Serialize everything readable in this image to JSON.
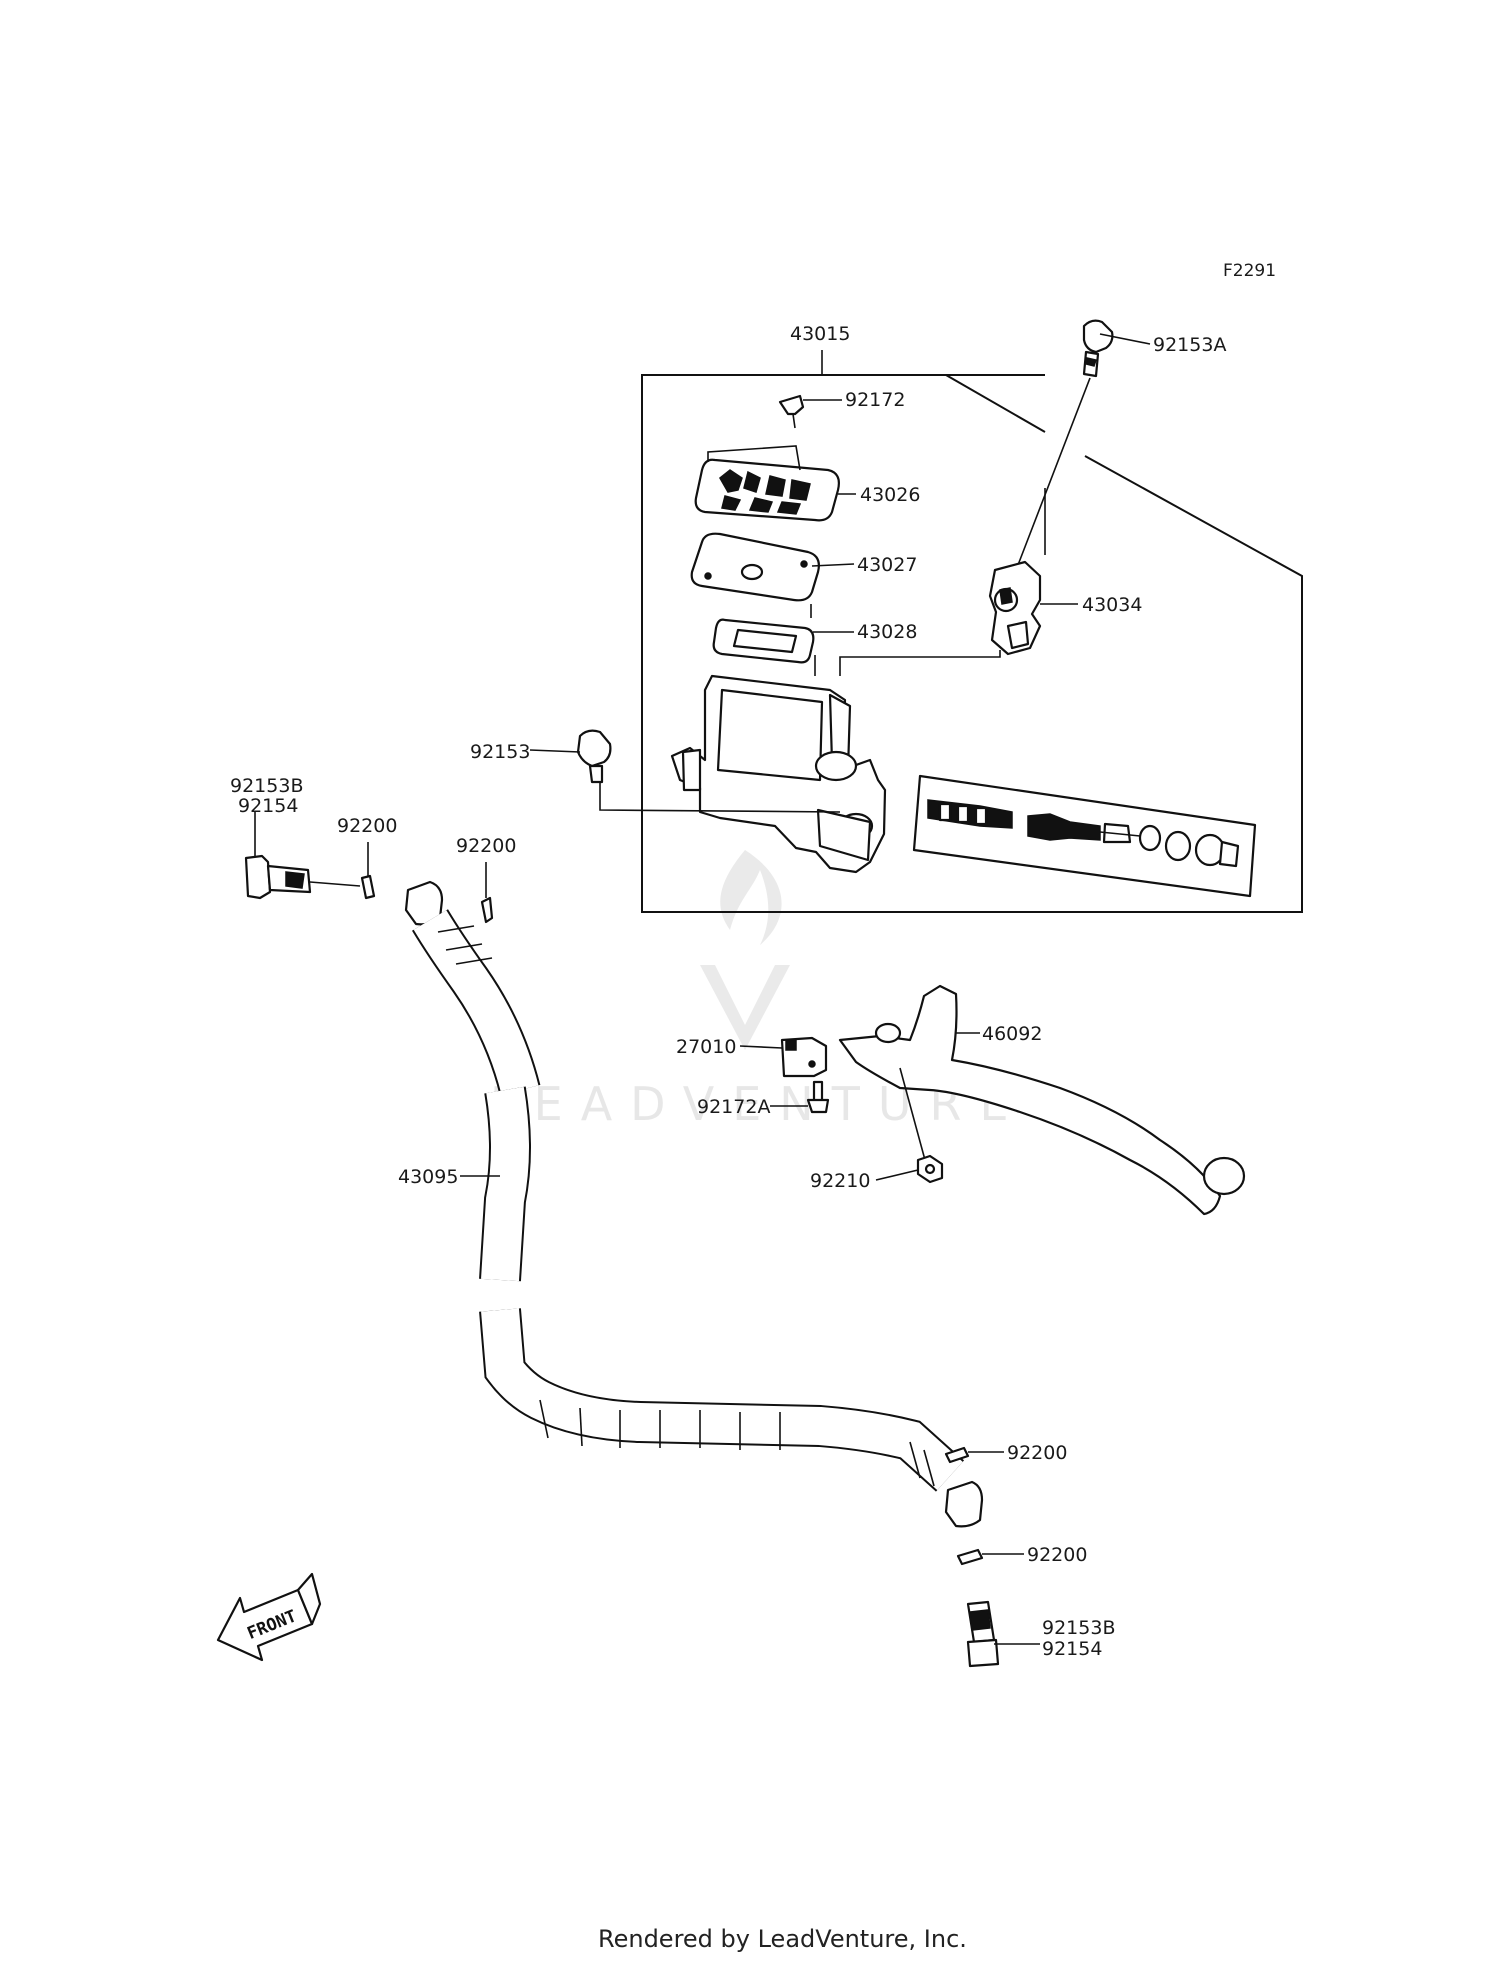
{
  "diagram": {
    "code": "F2291",
    "front_label": "FRONT",
    "footer": "Rendered by LeadVenture, Inc.",
    "watermark": "LEADVENTURE"
  },
  "labels": {
    "l43015": "43015",
    "l92172": "92172",
    "l43026": "43026",
    "l43027": "43027",
    "l43028": "43028",
    "l92153A": "92153A",
    "l43034": "43034",
    "l92153": "92153",
    "l92153B_top": "92153B",
    "l92154_top": "92154",
    "l92200_a": "92200",
    "l92200_b": "92200",
    "l46092": "46092",
    "l27010": "27010",
    "l92172A": "92172A",
    "l92210": "92210",
    "l43095": "43095",
    "l92200_c": "92200",
    "l92200_d": "92200",
    "l92153B_bot": "92153B",
    "l92154_bot": "92154"
  }
}
